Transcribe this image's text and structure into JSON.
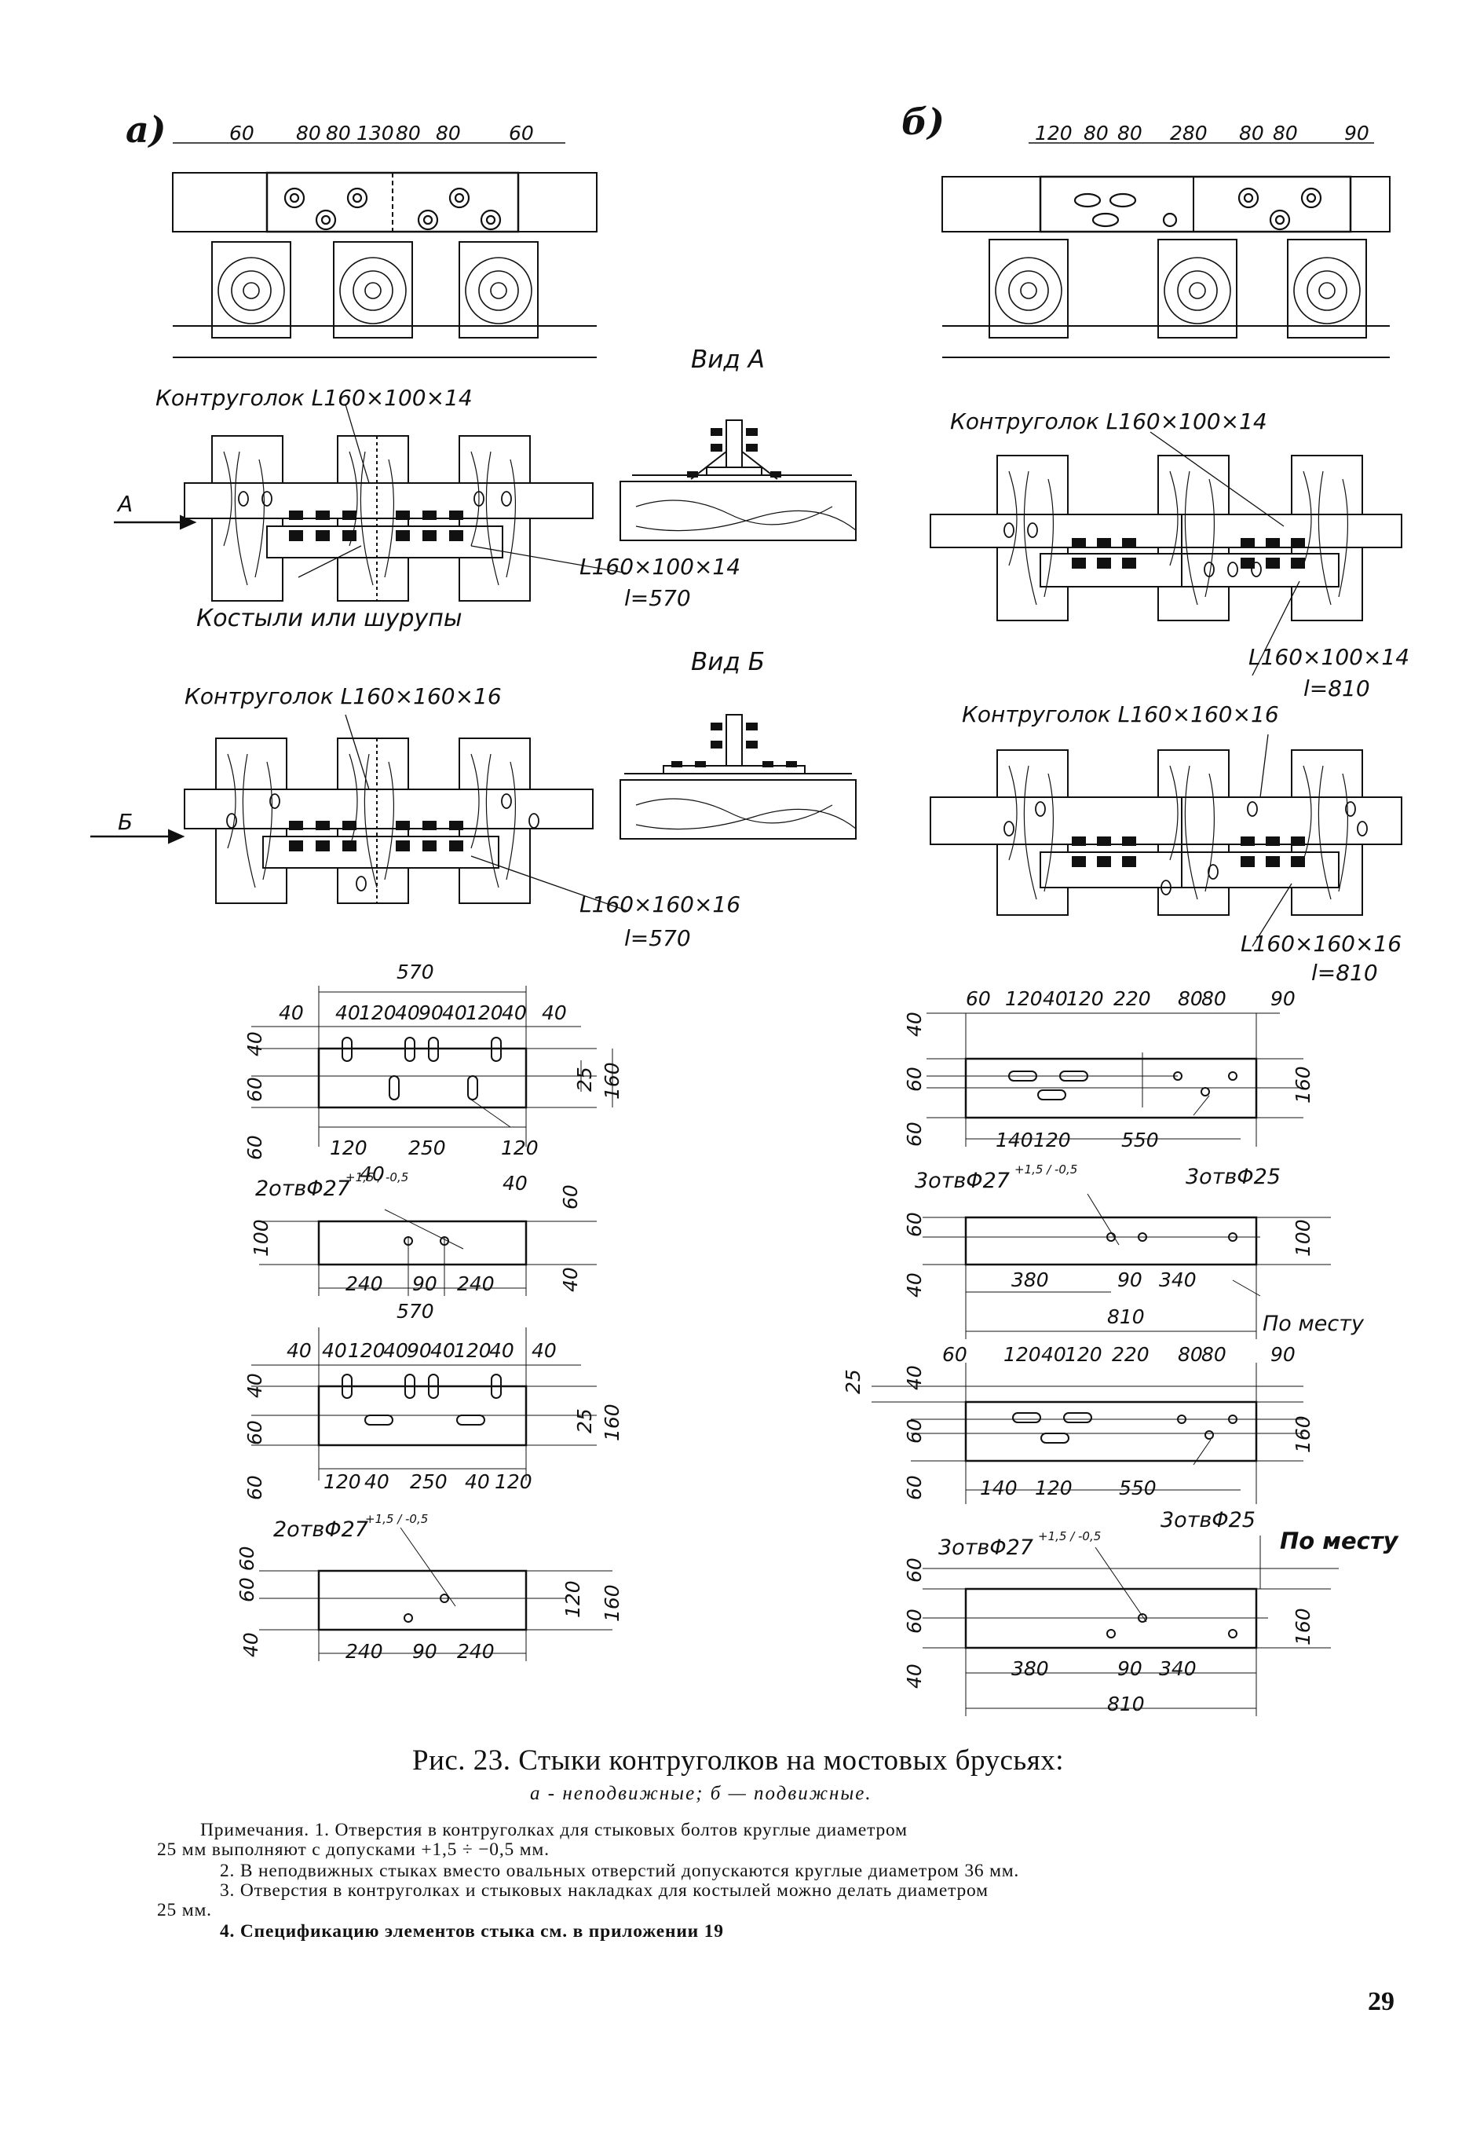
{
  "panels": {
    "a": "а)",
    "b": "б)"
  },
  "top_a_dims": [
    "60",
    "80",
    "80",
    "130",
    "80",
    "80",
    "60"
  ],
  "top_b_dims": [
    "120",
    "80",
    "80",
    "280",
    "80",
    "80",
    "90"
  ],
  "views": {
    "view_a": "Вид А",
    "view_b": "Вид Б",
    "arrow_a": "А",
    "arrow_b": "Б"
  },
  "labels": {
    "kontr_100_a": "Контругол­ок L160×100×14",
    "kontr_100_b": "Контругол­ок L160×100×14",
    "kontr_160_a": "Контругол­ок L160×160×16",
    "kontr_160_b": "Контругол­ок L160×160×16",
    "angle_100_a": "L160×100×14",
    "len_a1": "l=570",
    "kostyli": "Костыли или шурупы",
    "angle_100_b": "L160×100×14",
    "len_b1": "l=810",
    "angle_160_a": "L160×160×16",
    "len_a2": "l=570",
    "angle_160_b": "L160×160×16",
    "len_b2": "l=810"
  },
  "dims_left": {
    "total1": "570",
    "top_row1": [
      "40",
      "40",
      "120",
      "40",
      "90",
      "40",
      "120",
      "40",
      "40"
    ],
    "side_40": "40",
    "side_60": "60",
    "side_60b": "60",
    "d25": "25",
    "d160": "160",
    "bot1": [
      "120",
      "250",
      "120"
    ],
    "bot1_40a": "40",
    "bot1_40b": "40",
    "holes1": "2отвΦ27",
    "holes1_tol": "+1,5 / -0,5",
    "v100": "100",
    "v60": "60",
    "v40": "40",
    "bot2": [
      "240",
      "90",
      "240"
    ],
    "total2": "570",
    "top_row3": [
      "40",
      "40",
      "120",
      "40",
      "90",
      "40",
      "120",
      "40",
      "40"
    ],
    "d25b": "25",
    "d160b": "160",
    "bot3": [
      "120",
      "40",
      "250",
      "40",
      "120"
    ],
    "holes2": "2отвΦ27",
    "holes2_tol": "+1,5 / -0,5",
    "v120": "120",
    "v160c": "160",
    "v6060": "60 60",
    "v40c": "40",
    "bot4": [
      "240",
      "90",
      "240"
    ]
  },
  "dims_right": {
    "top1": [
      "60",
      "120",
      "40",
      "120",
      "220",
      "80",
      "80",
      "90"
    ],
    "v40": "40",
    "v60a": "60",
    "v60b": "60",
    "d160": "160",
    "bot1": [
      "140",
      "120",
      "550"
    ],
    "holes25a": "3отвΦ25",
    "holes27a": "3отвΦ27",
    "holes27a_tol": "+1,5 / -0,5",
    "v60c": "60",
    "v40c": "40",
    "v100": "100",
    "bot2": [
      "380",
      "90",
      "340"
    ],
    "total810a": "810",
    "po_mestu1": "По месту",
    "top3": [
      "60",
      "120",
      "40",
      "120",
      "220",
      "80",
      "80",
      "90"
    ],
    "v25": "25",
    "v40d": "40",
    "v60d": "60",
    "v60e": "60",
    "d160b": "160",
    "bot3": [
      "140",
      "120",
      "550"
    ],
    "holes25b": "3отвΦ25",
    "holes27b": "3отвΦ27",
    "holes27b_tol": "+1,5 / -0,5",
    "po_mestu2": "По месту",
    "v60f": "60",
    "v60g": "60",
    "v40f": "40",
    "d160c": "160",
    "bot4": [
      "380",
      "90",
      "340"
    ],
    "total810b": "810"
  },
  "caption": "Рис. 23. Стыки контругол­ков на мостовых брусьях:",
  "legend": "а - неподвижные; б — подвижные.",
  "notes": {
    "n1a": "Примечания. 1. Отверстия в контругол­ках для стыковых болтов круглые диаметром",
    "n1b": "25 мм выполняют с допусками +1,5 ÷ −0,5 мм.",
    "n2": "2. В неподвижных стыках вместо овальных отверстий допускаются круглые диаметром 36 мм.",
    "n3a": "3. Отверстия в контругол­ках и стыковых накладках для костылей можно делать диаметром",
    "n3b": "25 мм.",
    "n4": "4. Спецификацию элементов стыка см. в приложении 19"
  },
  "page_number": "29"
}
